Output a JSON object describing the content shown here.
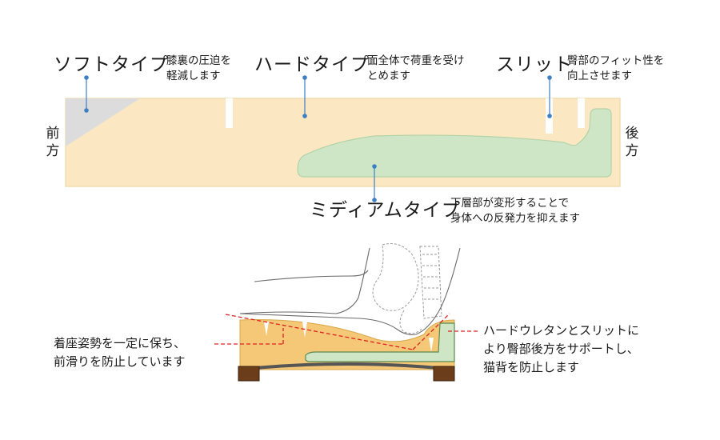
{
  "top": {
    "soft": {
      "title": "ソフトタイプ",
      "desc": "膝裏の圧迫を\n軽減します"
    },
    "hard": {
      "title": "ハードタイプ",
      "desc": "面全体で荷重を受け\nとめます"
    },
    "slit": {
      "title": "スリット",
      "desc": "臀部のフィット性を\n向上させます"
    },
    "medium": {
      "title": "ミディアムタイプ",
      "desc": "下層部が変形することで\n身体への反発力を抑えます"
    },
    "front": "前方",
    "back": "後方"
  },
  "bottom": {
    "left_note": "着座姿勢を一定に保ち、\n前滑りを防止しています",
    "right_note": "ハードウレタンとスリットに\nより臀部後方をサポートし、\n猫背を防止します"
  },
  "colors": {
    "cushion_fill": "#fbe8c2",
    "cushion_border": "#ecd7a3",
    "soft_fill": "#dcdcdc",
    "medium_fill": "#cfe6c6",
    "medium_border": "#b4d3a8",
    "leader": "#3d7fc4",
    "red_dash": "#e02020",
    "bottom_cushion": "#f5c877",
    "wood": "#6b3d1b"
  }
}
